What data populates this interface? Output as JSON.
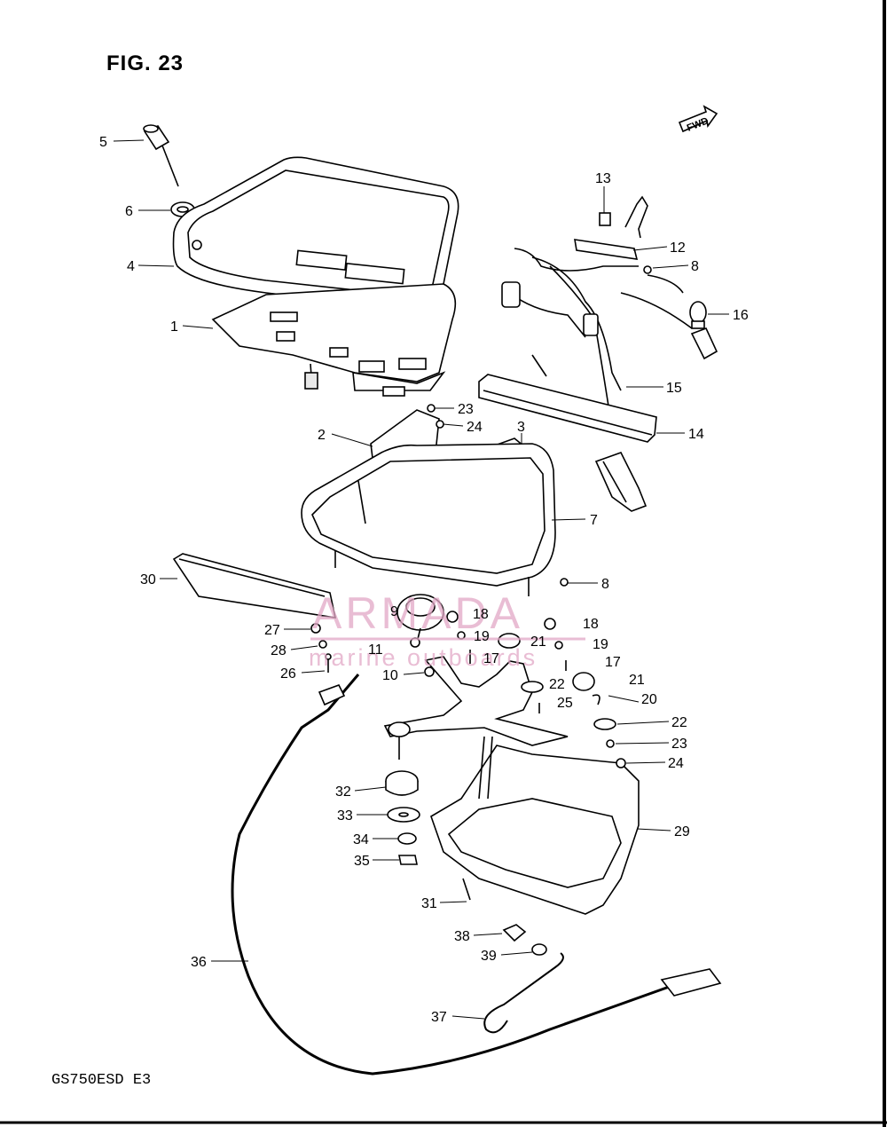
{
  "figure": {
    "title": "FIG. 23",
    "model_code": "GS750ESD  E3",
    "fwd_label": "FWD"
  },
  "watermark": {
    "name": "ARMADA",
    "tagline": "marine outboards",
    "color": "#e2a8c6"
  },
  "callouts": [
    "5",
    "6",
    "4",
    "1",
    "13",
    "12",
    "8",
    "16",
    "15",
    "14",
    "23",
    "24",
    "2",
    "3",
    "7",
    "8",
    "30",
    "9",
    "18",
    "18",
    "27",
    "19",
    "21",
    "19",
    "28",
    "11",
    "17",
    "17",
    "26",
    "10",
    "22",
    "21",
    "25",
    "20",
    "22",
    "23",
    "24",
    "32",
    "33",
    "34",
    "35",
    "29",
    "31",
    "38",
    "39",
    "36",
    "37"
  ]
}
